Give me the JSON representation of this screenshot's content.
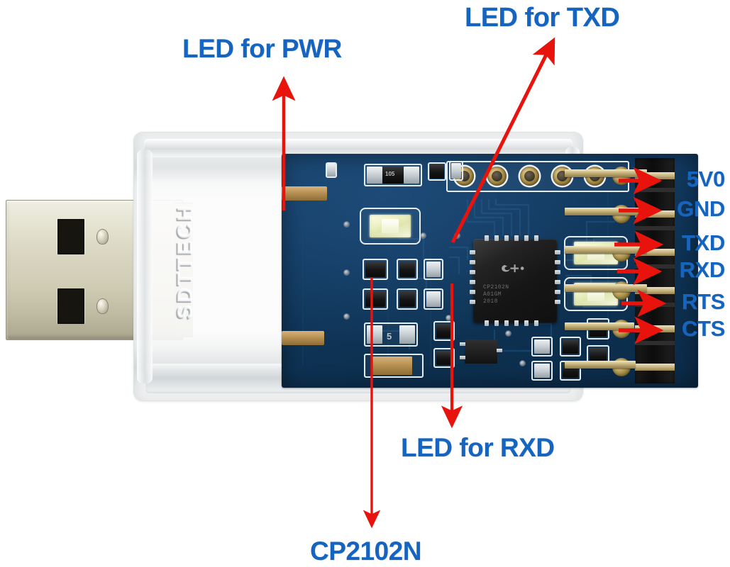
{
  "figure": {
    "subject": "CP2102N USB to UART (TTL) serial adapter module",
    "background_color": "#ffffff"
  },
  "colors": {
    "label_blue": "#1565c0",
    "arrow_red": "#e8130d",
    "pcb_blue": "#123a61",
    "case_clear": "#f4f6f6"
  },
  "callouts": [
    {
      "id": "led-txd",
      "label": "LED for TXD",
      "arrow": "diagonal-up-right"
    },
    {
      "id": "led-pwr",
      "label": "LED for PWR",
      "arrow": "up"
    },
    {
      "id": "led-rxd",
      "label": "LED for RXD",
      "arrow": "down"
    },
    {
      "id": "cp2102n",
      "label": "CP2102N",
      "arrow": "down"
    }
  ],
  "pin_header": {
    "count": 6,
    "pins": [
      {
        "name": "5V0",
        "index": 1
      },
      {
        "name": "GND",
        "index": 2
      },
      {
        "name": "TXD",
        "index": 3
      },
      {
        "name": "RXD",
        "index": 4
      },
      {
        "name": "RTS",
        "index": 5
      },
      {
        "name": "CTS",
        "index": 6
      }
    ]
  },
  "board": {
    "brand_text": "SDTTECH",
    "chip": {
      "package": "QFN-28",
      "logo": "silicon-labs-logo",
      "marking_lines": [
        "CP2102N",
        "A01GM",
        "2018"
      ]
    },
    "top_pads": {
      "count": 5,
      "type": "gold-plated-through-hole"
    },
    "silk_markings": [
      "105",
      "5"
    ]
  },
  "usb": {
    "connector": "USB-A male",
    "slots": 2,
    "dimples": 2
  }
}
